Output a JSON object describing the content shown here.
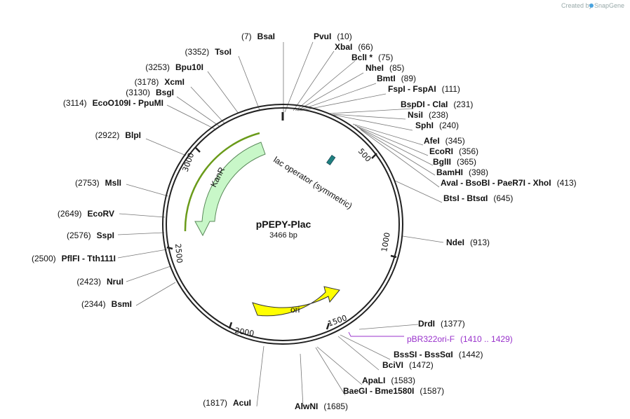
{
  "brand": {
    "created_by": "Created by",
    "name": "SnapGene"
  },
  "map": {
    "name": "pPEPY-Plac",
    "size_label": "3466 bp"
  },
  "ticks": [
    "500",
    "1000",
    "1500",
    "2000",
    "2500",
    "3000"
  ],
  "features": {
    "kanr": "KanR",
    "ori": "ori",
    "lac": "lac operator (symmetric)"
  },
  "primer": {
    "name": "pBR322ori-F",
    "range": "(1410 .. 1429)"
  },
  "sites_right": [
    {
      "pos": "(7)",
      "name": "BsaI"
    },
    {
      "name": "PvuI",
      "pos": "(10)"
    },
    {
      "name": "XbaI",
      "pos": "(66)"
    },
    {
      "name": "BclI *",
      "pos": "(75)"
    },
    {
      "name": "NheI",
      "pos": "(85)"
    },
    {
      "name": "BmtI",
      "pos": "(89)"
    },
    {
      "name": "FspI  -  FspAI",
      "pos": "(111)"
    },
    {
      "name": "BspDI  -  ClaI",
      "pos": "(231)"
    },
    {
      "name": "NsiI",
      "pos": "(238)"
    },
    {
      "name": "SphI",
      "pos": "(240)"
    },
    {
      "name": "AfeI",
      "pos": "(345)"
    },
    {
      "name": "EcoRI",
      "pos": "(356)"
    },
    {
      "name": "BglII",
      "pos": "(365)"
    },
    {
      "name": "BamHI",
      "pos": "(398)"
    },
    {
      "name": "AvaI  -  BsoBI  -  PaeR7I  -  XhoI",
      "pos": "(413)"
    },
    {
      "name": "BtsI  -  BtsαI",
      "pos": "(645)"
    },
    {
      "name": "NdeI",
      "pos": "(913)"
    },
    {
      "name": "DrdI",
      "pos": "(1377)"
    },
    {
      "name": "BssSI  -  BssSαI",
      "pos": "(1442)"
    },
    {
      "name": "BciVI",
      "pos": "(1472)"
    },
    {
      "name": "ApaLI",
      "pos": "(1583)"
    },
    {
      "name": "BaeGI  -  Bme1580I",
      "pos": "(1587)"
    },
    {
      "name": "AlwNI",
      "pos": "(1685)"
    }
  ],
  "sites_left": [
    {
      "pos": "(3352)",
      "name": "TsoI"
    },
    {
      "pos": "(3253)",
      "name": "Bpu10I"
    },
    {
      "pos": "(3178)",
      "name": "XcmI"
    },
    {
      "pos": "(3130)",
      "name": "BsgI"
    },
    {
      "pos": "(3114)",
      "name": "EcoO109I  -  PpuMI"
    },
    {
      "pos": "(2922)",
      "name": "BlpI"
    },
    {
      "pos": "(2753)",
      "name": "MslI"
    },
    {
      "pos": "(2649)",
      "name": "EcoRV"
    },
    {
      "pos": "(2576)",
      "name": "SspI"
    },
    {
      "pos": "(2500)",
      "name": "PflFI  -  Tth111I"
    },
    {
      "pos": "(2423)",
      "name": "NruI"
    },
    {
      "pos": "(2344)",
      "name": "BsmI"
    },
    {
      "pos": "(1817)",
      "name": "AcuI"
    }
  ],
  "colors": {
    "backbone": "#222222",
    "kanr_fill": "#c8f7c8",
    "kanr_line": "#6a9b1a",
    "ori_fill": "#ffff00",
    "lac_fill": "#1f8080",
    "primer": "#9932CC"
  }
}
